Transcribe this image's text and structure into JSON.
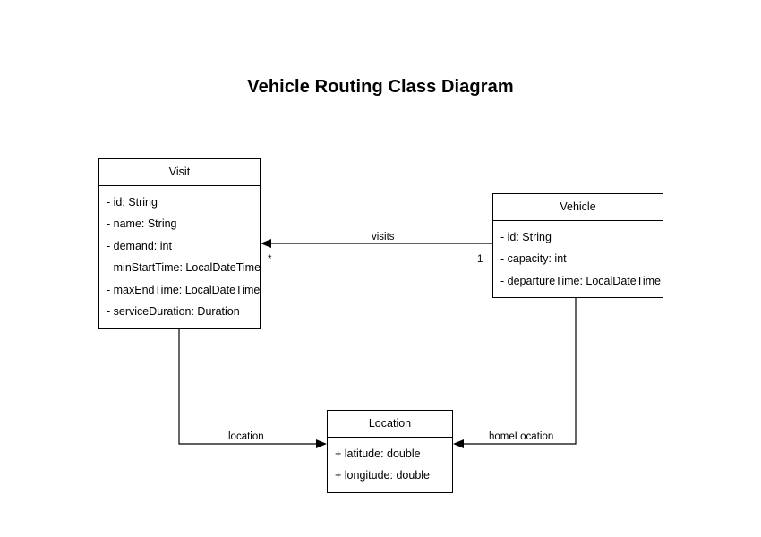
{
  "title": "Vehicle Routing Class Diagram",
  "colors": {
    "background": "#ffffff",
    "stroke": "#000000",
    "text": "#000000",
    "box_fill": "#ffffff"
  },
  "classes": [
    {
      "id": "visit",
      "name": "Visit",
      "attributes": [
        "- id: String",
        "- name: String",
        "- demand: int",
        "- minStartTime: LocalDateTime",
        "- maxEndTime: LocalDateTime",
        "- serviceDuration: Duration"
      ]
    },
    {
      "id": "vehicle",
      "name": "Vehicle",
      "attributes": [
        "- id: String",
        "- capacity: int",
        "- departureTime: LocalDateTime"
      ]
    },
    {
      "id": "location",
      "name": "Location",
      "attributes": [
        "+ latitude: double",
        "+ longitude: double"
      ]
    }
  ],
  "relationships": [
    {
      "id": "visits",
      "label": "visits",
      "from": "Vehicle",
      "to": "Visit",
      "source_multiplicity": "1",
      "target_multiplicity": "*"
    },
    {
      "id": "location",
      "label": "location",
      "from": "Visit",
      "to": "Location",
      "source_multiplicity": "",
      "target_multiplicity": ""
    },
    {
      "id": "homeLocation",
      "label": "homeLocation",
      "from": "Vehicle",
      "to": "Location",
      "source_multiplicity": "",
      "target_multiplicity": ""
    }
  ]
}
